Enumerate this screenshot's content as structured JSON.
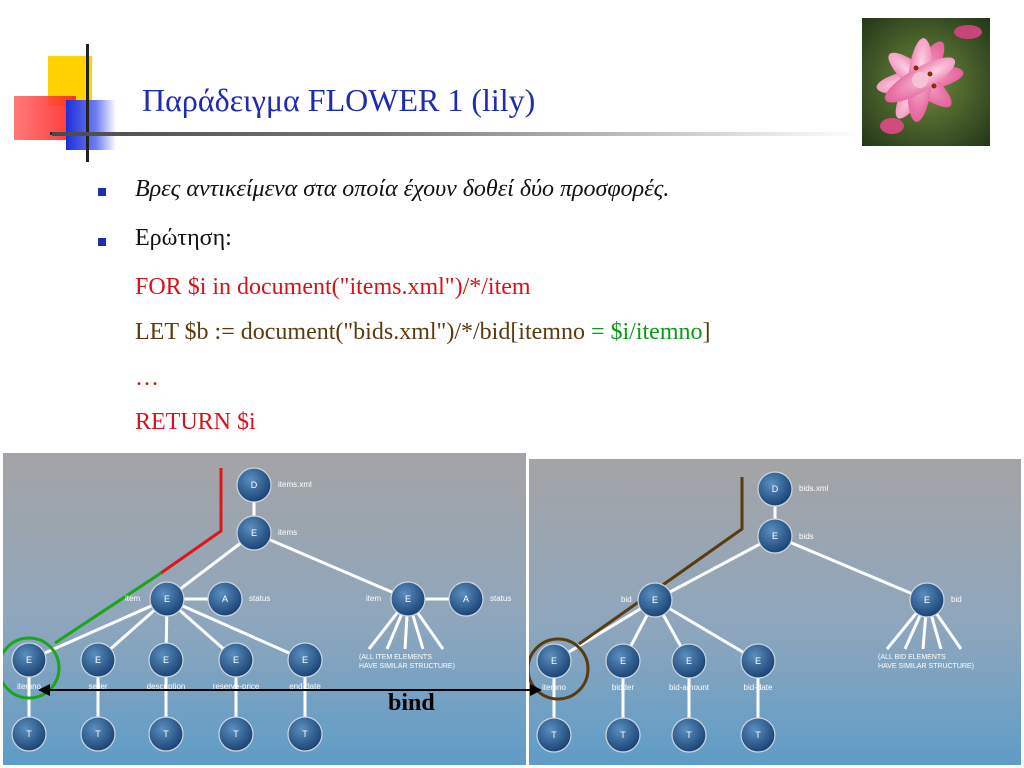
{
  "slide": {
    "title": "Παράδειγμα FLOWER 1 (lily)",
    "bullets": [
      "Βρες αντικείμενα στα οποία έχουν δοθεί δύο προσφορές.",
      "Ερώτηση:"
    ],
    "query": {
      "line1": "FOR $i in document(\"items.xml\")/*/item",
      "line2_a": "LET $b := document(\"bids.xml\")/*/bid[itemno ",
      "line2_b": "= $i/itemno",
      "line2_c": "]",
      "line3": "…",
      "line4": "RETURN $i"
    },
    "bind_label": "bind"
  },
  "colors": {
    "title": "#1f2bb0",
    "query_red": "#d4141a",
    "query_brown": "#5a3a0e",
    "query_green": "#0a9a18"
  },
  "left_tree": {
    "nodes": {
      "doc": "D",
      "doc_label": "items.xml",
      "root": "E",
      "root_label": "items",
      "item1": "E",
      "item1_label": "item",
      "status1": "A",
      "status1_label": "status",
      "item2": "E",
      "item2_label": "item",
      "status2": "A",
      "status2_label": "status",
      "c_itemno": "E",
      "c_itemno_label": "itemno",
      "c_seller": "E",
      "c_seller_label": "seller",
      "c_description": "E",
      "c_description_label": "description",
      "c_reserve": "E",
      "c_reserve_label": "reserve-price",
      "c_end": "E",
      "c_end_label": "end-date",
      "text_node": "T",
      "note_line1": "(ALL ITEM ELEMENTS",
      "note_line2": "HAVE SIMILAR STRUCTURE)"
    }
  },
  "right_tree": {
    "nodes": {
      "doc": "D",
      "doc_label": "bids.xml",
      "root": "E",
      "root_label": "bids",
      "bid1": "E",
      "bid1_label": "bid",
      "bid2": "E",
      "bid2_label": "bid",
      "c_itemno": "E",
      "c_itemno_label": "itemno",
      "c_bidder": "E",
      "c_bidder_label": "bidder",
      "c_amount": "E",
      "c_amount_label": "bid-amount",
      "c_date": "E",
      "c_date_label": "bid-date",
      "text_node": "T",
      "note_line1": "(ALL BID ELEMENTS",
      "note_line2": "HAVE SIMILAR STRUCTURE)"
    }
  }
}
